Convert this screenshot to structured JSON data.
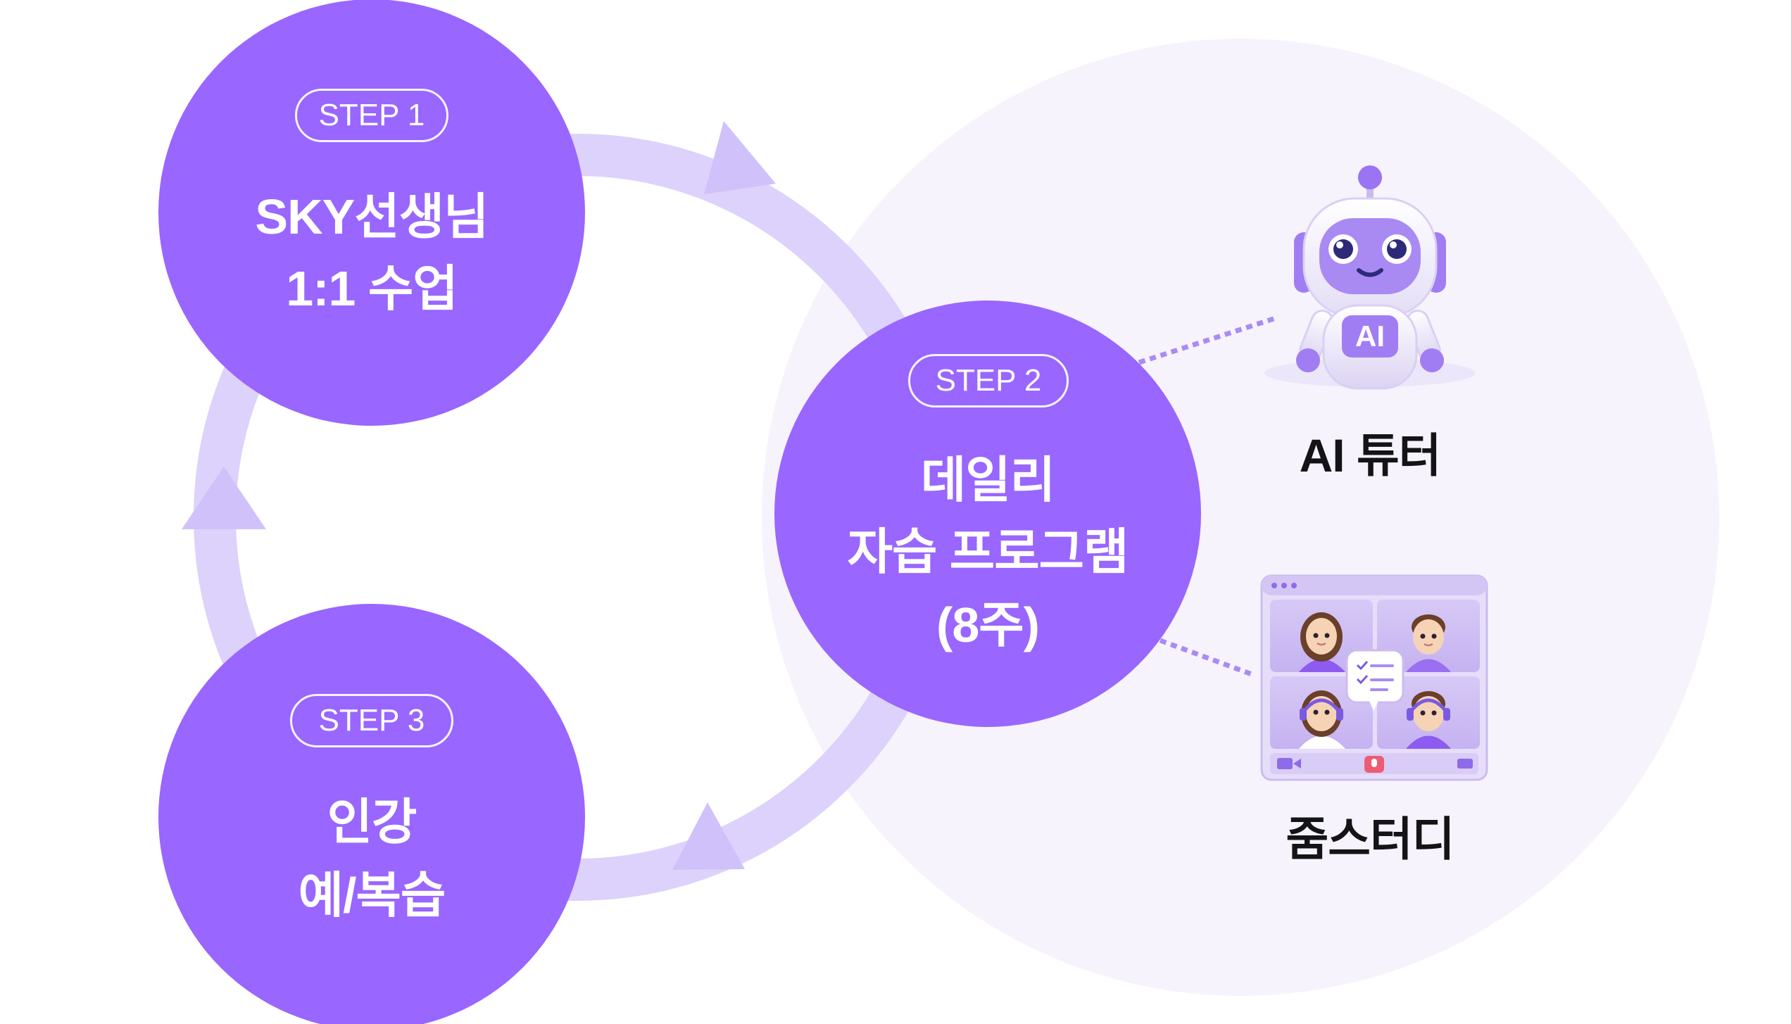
{
  "steps": [
    {
      "badge": "STEP 1",
      "line1": "SKY선생님",
      "line2": "1:1 수업"
    },
    {
      "badge": "STEP 2",
      "line1": "데일리",
      "line2": "자습 프로그램",
      "line3": "(8주)"
    },
    {
      "badge": "STEP 3",
      "line1": "인강",
      "line2": "예/복습"
    }
  ],
  "tools": {
    "ai_tutor": {
      "chip": "AI",
      "label": "AI 튜터"
    },
    "zoom_study": {
      "label": "줌스터디"
    }
  },
  "colors": {
    "step_circle": "#9966ff",
    "cycle_ring": "#ddd2fb",
    "cycle_arrow": "#d1c1fa",
    "detail_panel": "#f6f3fd",
    "connector": "#a88cf2",
    "label_text": "#141416"
  }
}
